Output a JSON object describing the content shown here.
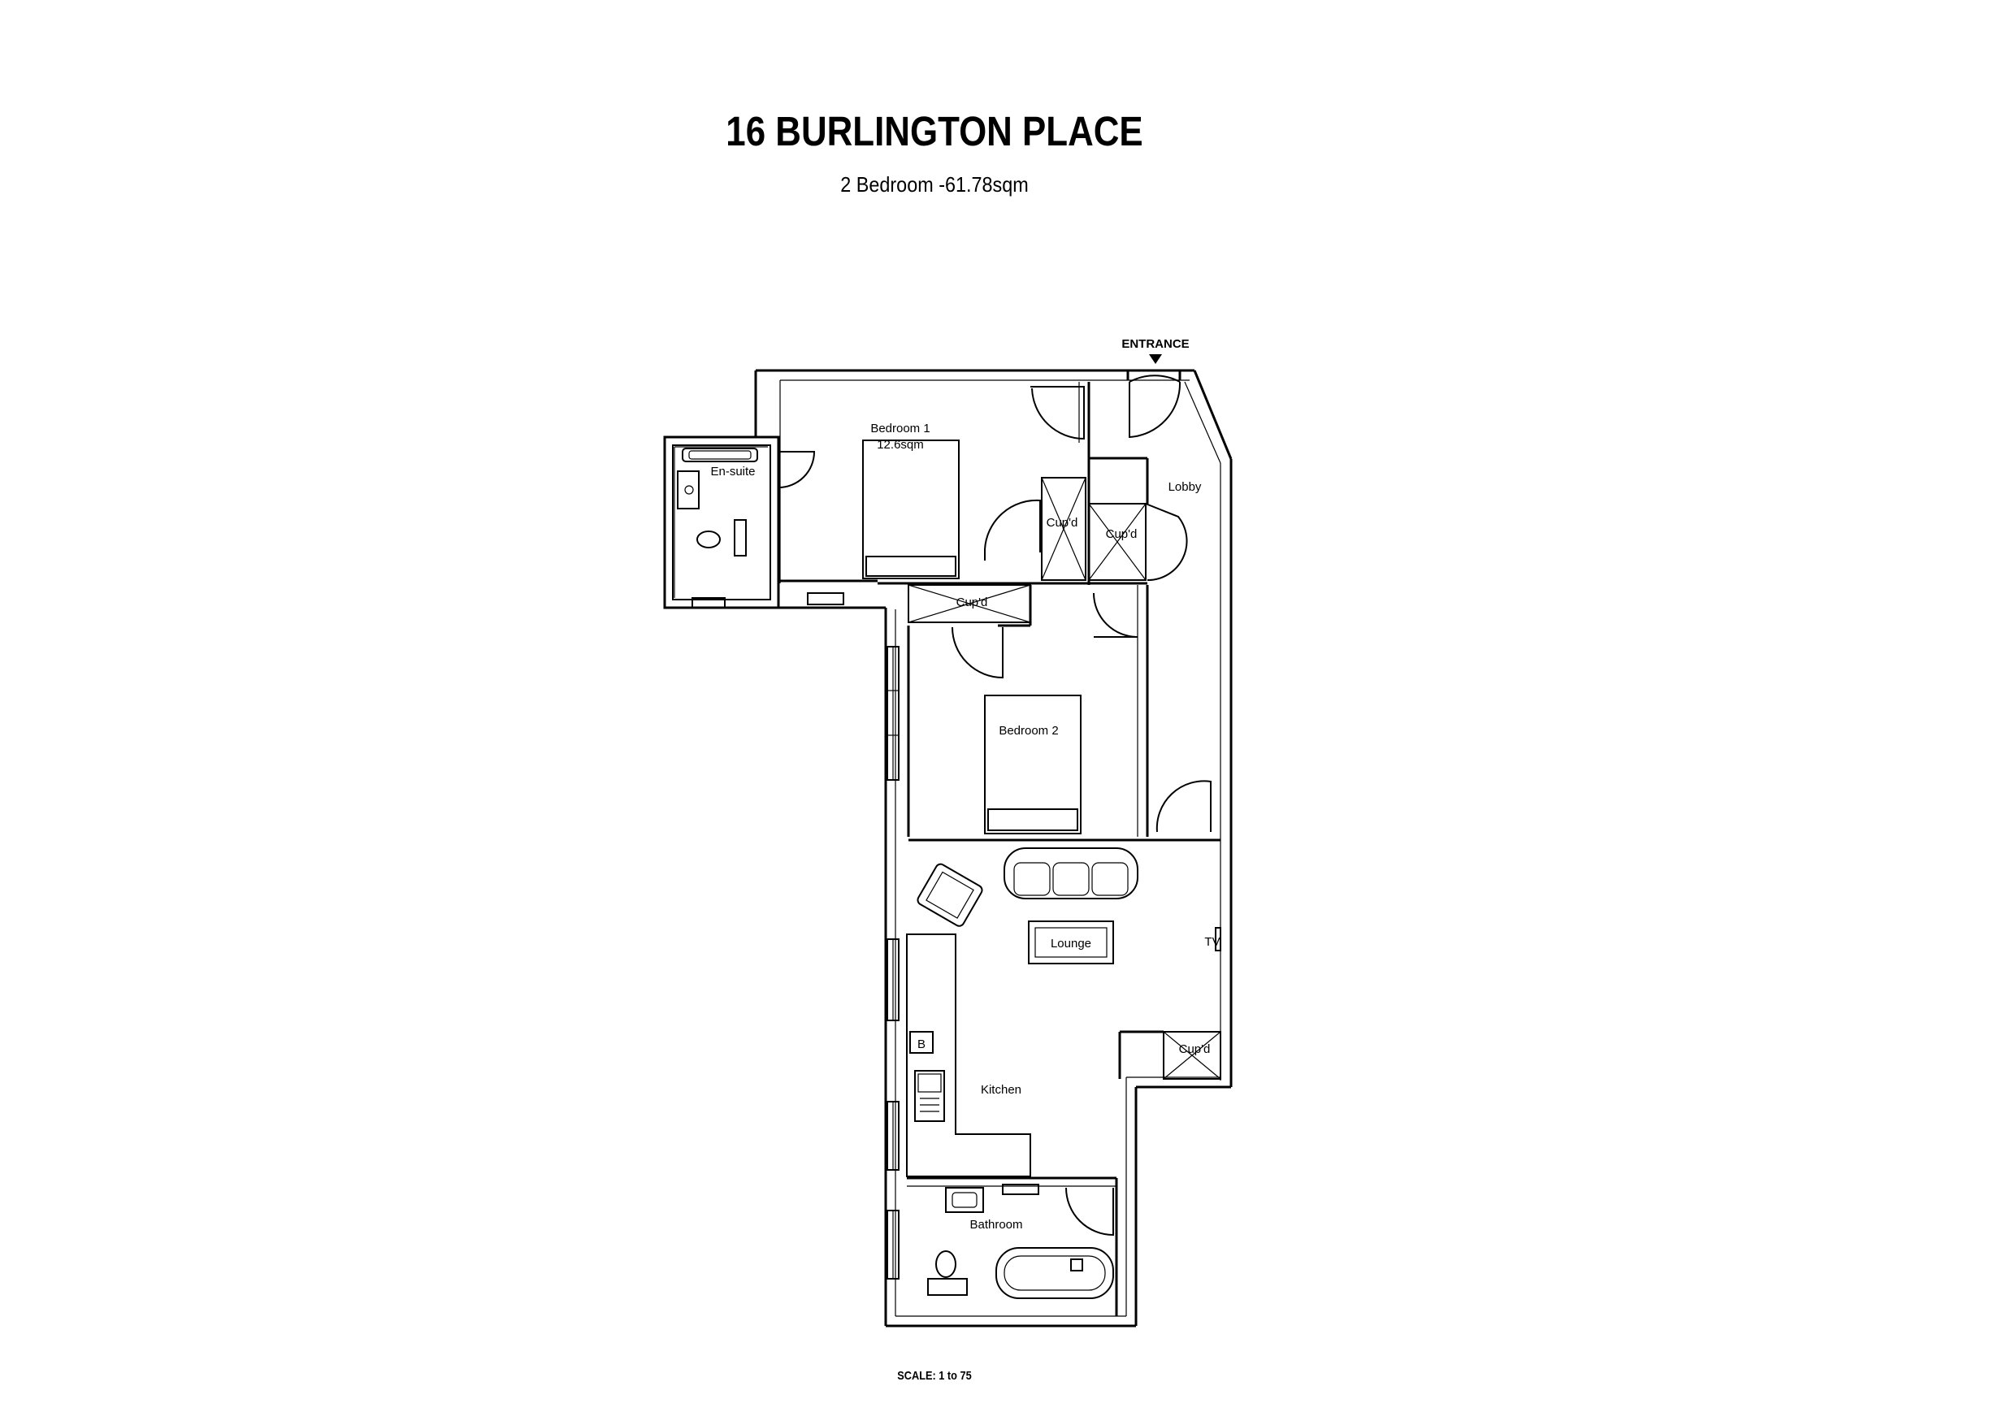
{
  "header": {
    "title": "16 BURLINGTON PLACE",
    "subtitle": "2 Bedroom -61.78sqm"
  },
  "footer": {
    "scale": "SCALE: 1 to 75"
  },
  "labels": {
    "entrance": "ENTRANCE",
    "bedroom1": "Bedroom 1",
    "bedroom1_area": "12.6sqm",
    "ensuite": "En-suite",
    "lobby": "Lobby",
    "cupd": "Cup'd",
    "bedroom2": "Bedroom 2",
    "lounge": "Lounge",
    "tv": "TV",
    "boiler": "B",
    "kitchen": "Kitchen",
    "bathroom": "Bathroom"
  }
}
